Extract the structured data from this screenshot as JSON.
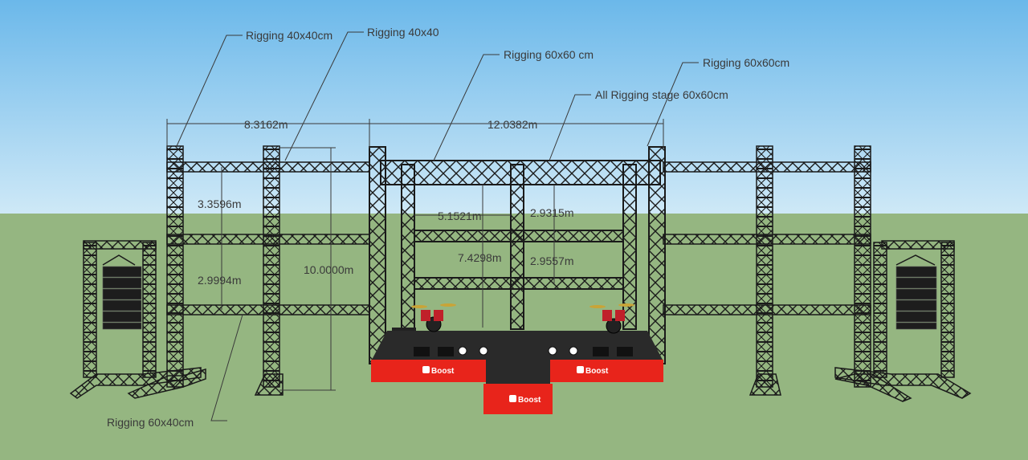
{
  "colors": {
    "sky_top": "#6bb8ea",
    "sky_bottom": "#c8e6f6",
    "ground": "#95b681",
    "truss": "#1a1a1a",
    "stage_red": "#e8241b",
    "deck": "#2a2a2a"
  },
  "labels": {
    "rigging_40x40cm": "Rigging 40x40cm",
    "rigging_40x40": "Rigging 40x40",
    "rigging_60x60_cm": "Rigging 60x60 cm",
    "rigging_60x60cm": "Rigging 60x60cm",
    "all_rigging_stage": "All Rigging stage 60x60cm",
    "rigging_60x40cm": "Rigging 60x40cm"
  },
  "dimensions": {
    "width_left": "8.3162m",
    "width_stage": "12.0382m",
    "height_upper": "3.3596m",
    "height_lower": "2.9994m",
    "height_total": "10.0000m",
    "inner_width": "5.1521m",
    "inner_height": "7.4298m",
    "gap_upper": "2.9315m",
    "gap_lower": "2.9557m"
  },
  "brand": {
    "name": "Boost"
  }
}
